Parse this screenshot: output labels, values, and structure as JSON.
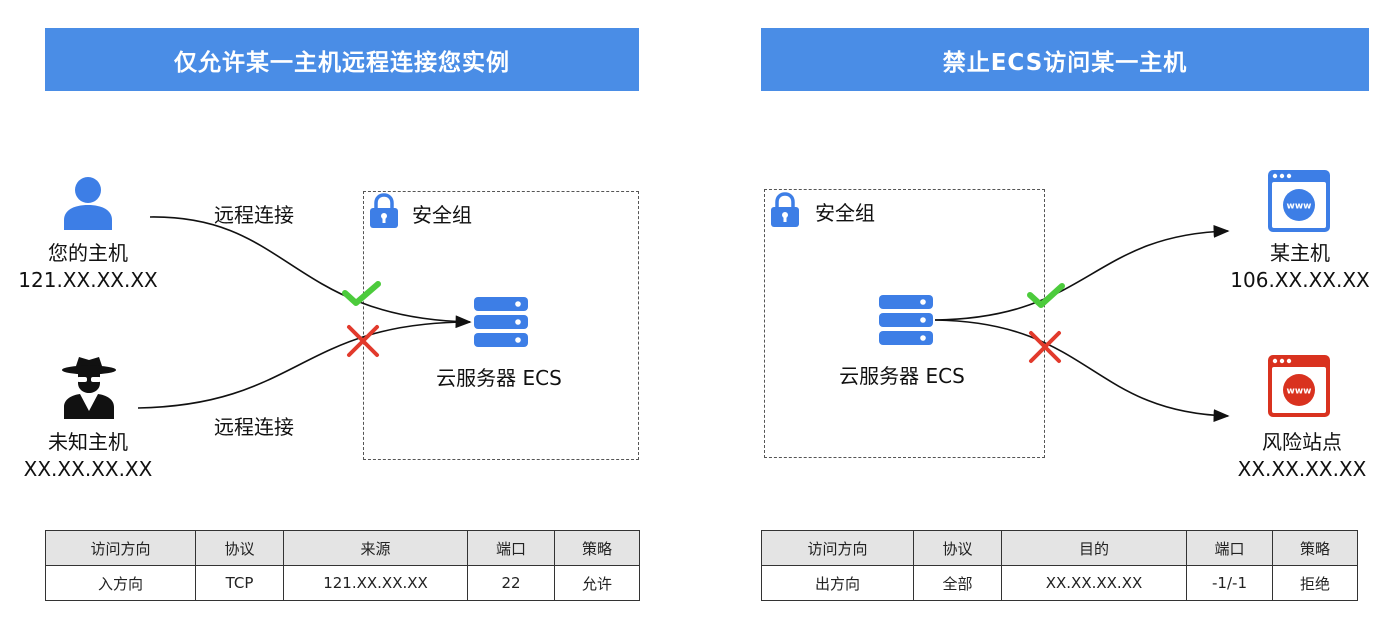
{
  "left_panel": {
    "title": "仅允许某一主机远程连接您实例",
    "security_group_label": "安全组",
    "your_host": {
      "name": "您的主机",
      "ip": "121.XX.XX.XX"
    },
    "unknown_host": {
      "name": "未知主机",
      "ip": "XX.XX.XX.XX"
    },
    "connect_label_top": "远程连接",
    "connect_label_bottom": "远程连接",
    "server_label": "云服务器 ECS",
    "table": {
      "headers": [
        "访问方向",
        "协议",
        "来源",
        "端口",
        "策略"
      ],
      "rows": [
        [
          "入方向",
          "TCP",
          "121.XX.XX.XX",
          "22",
          "允许"
        ]
      ]
    }
  },
  "right_panel": {
    "title": "禁止ECS访问某一主机",
    "security_group_label": "安全组",
    "server_label": "云服务器 ECS",
    "allowed_host": {
      "name": "某主机",
      "ip": "106.XX.XX.XX",
      "badge": "www"
    },
    "risky_site": {
      "name": "风险站点",
      "ip": "XX.XX.XX.XX",
      "badge": "www"
    },
    "table": {
      "headers": [
        "访问方向",
        "协议",
        "目的",
        "端口",
        "策略"
      ],
      "rows": [
        [
          "出方向",
          "全部",
          "XX.XX.XX.XX",
          "-1/-1",
          "拒绝"
        ]
      ]
    }
  },
  "colors": {
    "banner": "#4a8de6",
    "icon_blue": "#3d7ee6",
    "allow_green": "#4ccb3c",
    "deny_red": "#e23a2c",
    "site_red": "#d9321f",
    "table_header_bg": "#e4e4e4"
  }
}
